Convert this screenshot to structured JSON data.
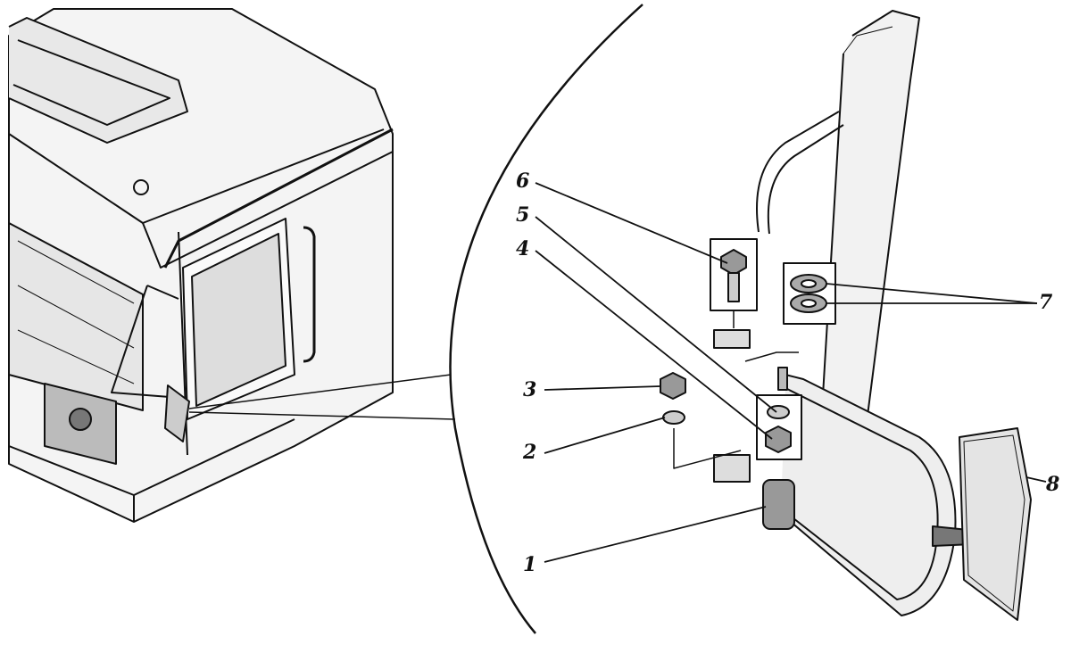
{
  "callouts": [
    {
      "number": "1",
      "part": "mirror-bracket-base"
    },
    {
      "number": "2",
      "part": "lock-washer"
    },
    {
      "number": "3",
      "part": "nut"
    },
    {
      "number": "4",
      "part": "nut"
    },
    {
      "number": "5",
      "part": "lock-washer"
    },
    {
      "number": "6",
      "part": "bolt"
    },
    {
      "number": "7",
      "part": "washers"
    },
    {
      "number": "8",
      "part": "mirror"
    }
  ]
}
